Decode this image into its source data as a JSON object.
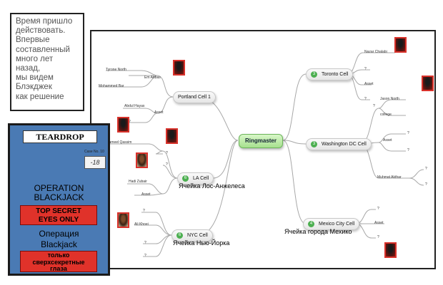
{
  "intro": {
    "lines": [
      "Время пришло",
      "действовать.",
      "Впервые",
      "составленный",
      "много лет",
      "назад,",
      "мы видем",
      "Блэкджек",
      "как решение"
    ]
  },
  "folder": {
    "title": "TEARDROP",
    "case_label": "Case No. 10",
    "handwritten": "-18",
    "operation_line1": "OPERATION",
    "operation_line2": "BLACKJACK",
    "stamp_en_line1": "TOP SECRET",
    "stamp_en_line2": "EYES ONLY",
    "ru_line1": "Операция",
    "ru_line2": "Blackjack",
    "stamp_ru_line1": "только",
    "stamp_ru_line2": "сверхсекретные",
    "stamp_ru_line3": "глаза"
  },
  "mindmap": {
    "center": "Ringmaster",
    "portland": {
      "label": "Portland Cell 1",
      "leaves": [
        "Tyrone North",
        "Em Abbas",
        "Mohammed Bar",
        "Abdul Hayas",
        "Asset",
        "?"
      ]
    },
    "la": {
      "label": "LA Cell",
      "num": "6",
      "caption": "Ячейка Лос-Анжелеса",
      "leaves": [
        "Jameel Qassim",
        "?",
        "Hadi Zubair",
        "Asset",
        "?"
      ]
    },
    "nyc": {
      "label": "NYC Cell",
      "num": "6",
      "caption": "Ячейка Нью-Йорка",
      "leaves": [
        "?",
        "Ali Khoei",
        "?",
        "?"
      ]
    },
    "toronto": {
      "label": "Toronto Cell",
      "num": "3",
      "leaves": [
        "Nazar Chalabi",
        "?",
        "Asset",
        "?"
      ]
    },
    "washington": {
      "label": "Washington DC Cell",
      "num": "3",
      "leaves": [
        "Jason North",
        "college",
        "?",
        "Asset",
        "?",
        "?",
        "Muhmat Akthar",
        "?",
        "?"
      ]
    },
    "mexico": {
      "label": "Mexico City Cell",
      "num": "4",
      "caption": "Ячейка города Мехико",
      "leaves": [
        "?",
        "Asset",
        "?"
      ]
    }
  }
}
